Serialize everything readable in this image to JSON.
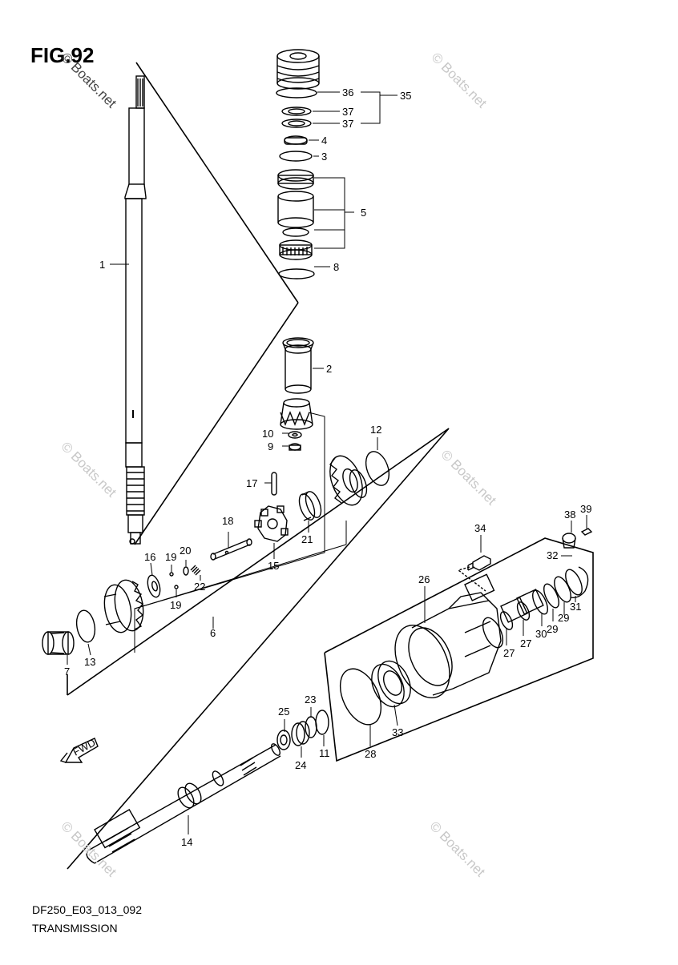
{
  "figure": {
    "title": "FIG.92",
    "code": "DF250_E03_013_092",
    "name": "TRANSMISSION",
    "fwd_label": "FWD"
  },
  "watermark": "© Boats.net",
  "callouts": [
    "1",
    "2",
    "3",
    "4",
    "5",
    "6",
    "7",
    "8",
    "9",
    "10",
    "11",
    "12",
    "13",
    "14",
    "15",
    "16",
    "17",
    "18",
    "19",
    "19",
    "20",
    "21",
    "22",
    "23",
    "24",
    "25",
    "26",
    "27",
    "27",
    "28",
    "29",
    "29",
    "30",
    "31",
    "32",
    "33",
    "34",
    "35",
    "36",
    "37",
    "37",
    "38",
    "39"
  ],
  "colors": {
    "line": "#000000",
    "watermark": "#c8c8c8"
  }
}
